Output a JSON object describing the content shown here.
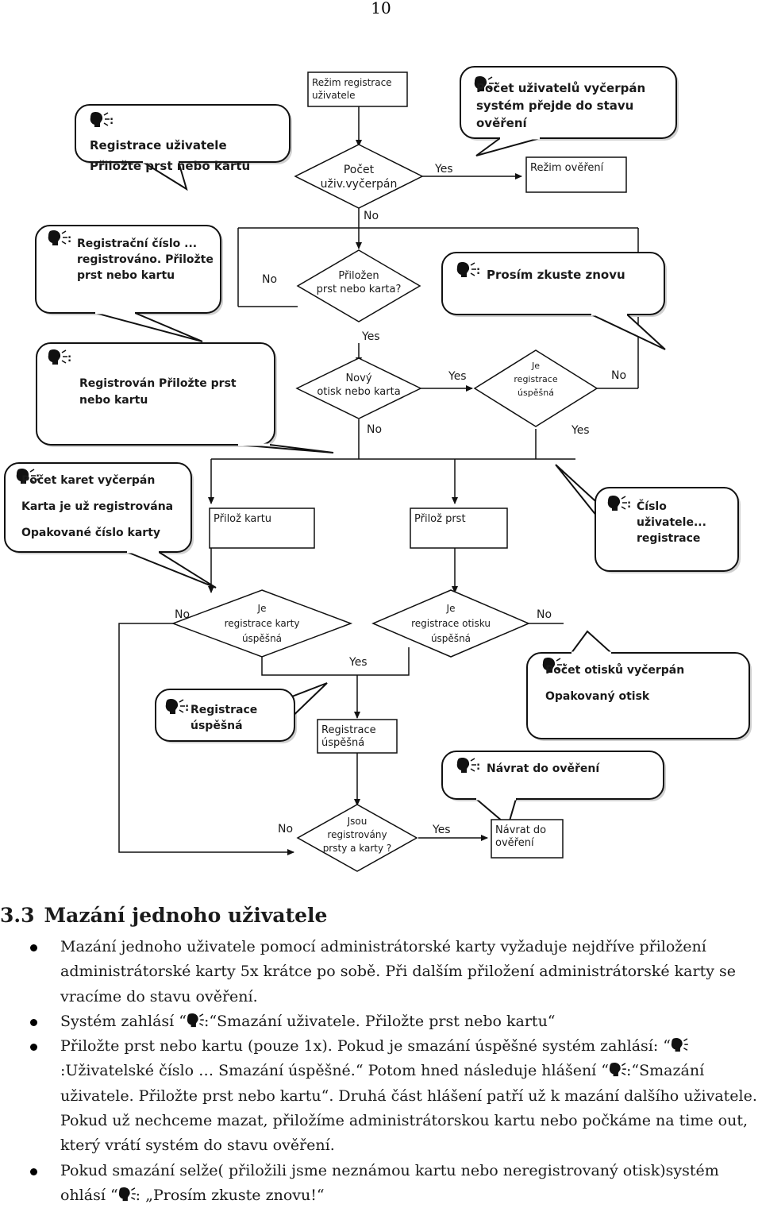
{
  "page_number": "10",
  "diagram": {
    "bubbles": {
      "b1": {
        "lines": [
          "Registrace uživatele",
          "Přiložte prst nebo kartu"
        ]
      },
      "b2": {
        "lines": [
          "Počet uživatelů vyčerpán",
          "systém přejde do stavu",
          "ověření"
        ]
      },
      "b3": {
        "lines": [
          "Registrační číslo ...",
          "registrováno. Přiložte",
          "prst nebo kartu"
        ]
      },
      "b4": {
        "lines": [
          "Prosím  zkuste znovu"
        ]
      },
      "b5": {
        "lines": [
          "Registrován Přiložte prst",
          "nebo kartu"
        ]
      },
      "b6": {
        "lines": [
          "Počet karet vyčerpán",
          "Karta je už registrována",
          "Opakované číslo karty"
        ]
      },
      "b7": {
        "lines": [
          "Číslo",
          "uživatele...",
          "registrace"
        ]
      },
      "b8": {
        "lines": [
          "Počet otisků vyčerpán",
          "Opakovaný otisk"
        ]
      },
      "b9": {
        "lines": [
          "Registrace",
          "úspěšná"
        ]
      },
      "b10": {
        "lines": [
          "Návrat do ověření"
        ]
      }
    },
    "boxes": {
      "mode_reg": {
        "lines": [
          "Režim registrace",
          "uživatele"
        ]
      },
      "mode_ver": {
        "lines": [
          "Režim ověření"
        ]
      },
      "attach_card": {
        "lines": [
          "Přilož kartu"
        ]
      },
      "attach_finger": {
        "lines": [
          "Přilož prst"
        ]
      },
      "reg_ok": {
        "lines": [
          "Registrace",
          "úspěšná"
        ]
      },
      "back_ver": {
        "lines": [
          "Návrat do",
          "ověření"
        ]
      }
    },
    "decisions": {
      "d1": {
        "lines": [
          "Počet",
          "uživ.vyčerpán"
        ]
      },
      "d2": {
        "lines": [
          "Přiložen",
          "prst nebo karta?"
        ]
      },
      "d3": {
        "lines": [
          "Nový",
          "otisk nebo karta"
        ]
      },
      "d4": {
        "lines": [
          "Je",
          "registrace",
          "úspěšná"
        ]
      },
      "d5": {
        "lines": [
          "Je",
          "registrace karty",
          "úspěšná"
        ]
      },
      "d6": {
        "lines": [
          "Je",
          "registrace otisku",
          "úspěšná"
        ]
      },
      "d7": {
        "lines": [
          "Jsou",
          "registrovány",
          "prsty a karty ?"
        ]
      }
    },
    "yes_label": "Yes",
    "no_label": "No"
  },
  "section": {
    "number": "3.3",
    "title": "Mazání jednoho uživatele"
  },
  "bullets": [
    {
      "segments": [
        {
          "text": "Mazání  jednoho uživatele pomocí administrátorské karty vyžaduje nejdříve přiložení administrátorské karty 5x  krátce po sobě. Při dalším přiložení administrátorské karty se vracíme do stavu ověření."
        }
      ]
    },
    {
      "segments": [
        {
          "text": "Systém zahlásí “"
        },
        {
          "icon": "speaker-icon",
          "text": ":“Smazání uživatele. Přiložte prst nebo kartu“"
        }
      ]
    },
    {
      "segments": [
        {
          "text": "Přiložte prst nebo kartu (pouze 1x). Pokud je smazání úspěšné systém zahlásí: “"
        },
        {
          "icon": "speaker-icon",
          "text": ":Uživatelské číslo … Smazání úspěšné.“ Potom hned následuje hlášení “"
        },
        {
          "icon": "speaker-icon",
          "text": ":“Smazání uživatele. Přiložte prst nebo kartu“. Druhá část hlášení patří už k mazání dalšího uživatele. Pokud už nechceme mazat, přiložíme administrátorskou kartu nebo počkáme na time out, který vrátí systém do stavu ověření."
        }
      ]
    },
    {
      "segments": [
        {
          "text": "Pokud smazání selže( přiložili jsme neznámou kartu nebo neregistrovaný otisk)systém ohlásí “"
        },
        {
          "icon": "speaker-icon",
          "text": ": „Prosím zkuste znovu!“"
        }
      ]
    }
  ]
}
